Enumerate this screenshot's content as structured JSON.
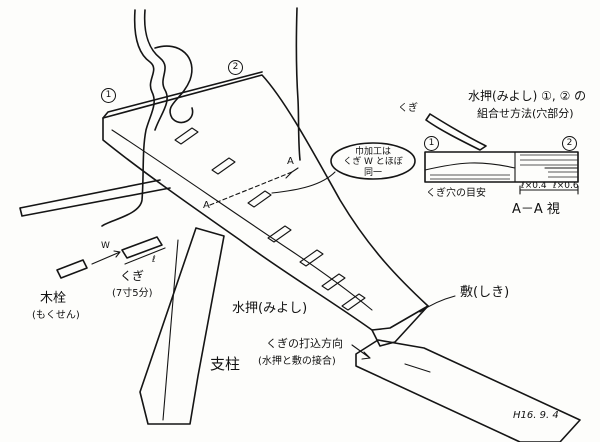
{
  "labels": {
    "num1": "1",
    "num2": "2",
    "section_a_top": "A",
    "section_a_bottom": "A",
    "note_bubble": "巾加工は\nくぎ W とほぼ同一",
    "inset_title_line1": "水押(みよし) ①, ② の",
    "inset_title_line2": "組合せ方法(穴部分)",
    "inset_kugi": "くぎ",
    "inset_num1": "1",
    "inset_num2": "2",
    "inset_mark": "くぎ穴の目安",
    "inset_dim1": "ℓ×0.4",
    "inset_dim2": "ℓ×0.6",
    "inset_view": "A－A 視",
    "kugi_w": "W",
    "kugi_l": "ℓ",
    "kugi_name": "くぎ",
    "kugi_size": "(7寸5分)",
    "mokusen": "木栓",
    "mokusen_reading": "(もくせん)",
    "mioshi": "水押(みよし)",
    "shiki": "敷(しき)",
    "kugi_direction": "くぎの打込方向",
    "joint": "(水押と敷の接合)",
    "shichu": "支柱",
    "date": "H16. 9. 4"
  }
}
